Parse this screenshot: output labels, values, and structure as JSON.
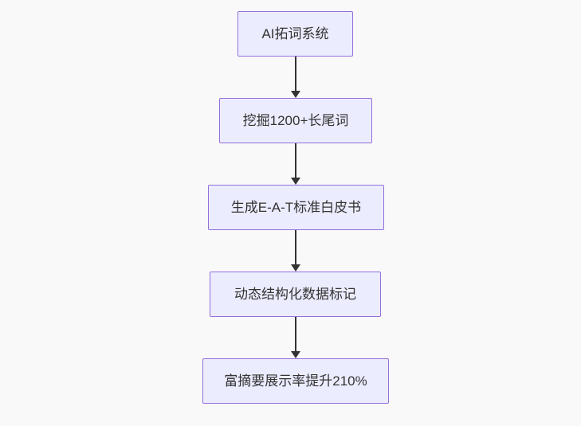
{
  "diagram": {
    "type": "flowchart",
    "direction": "top-down",
    "nodes": [
      {
        "id": "node-0",
        "label": "AI拓词系统"
      },
      {
        "id": "node-1",
        "label": "挖掘1200+长尾词"
      },
      {
        "id": "node-2",
        "label": "生成E-A-T标准白皮书"
      },
      {
        "id": "node-3",
        "label": "动态结构化数据标记"
      },
      {
        "id": "node-4",
        "label": "富摘要展示率提升210%"
      }
    ],
    "edges": [
      {
        "from": "AI拓词系统",
        "to": "挖掘1200+长尾词"
      },
      {
        "from": "挖掘1200+长尾词",
        "to": "生成E-A-T标准白皮书"
      },
      {
        "from": "生成E-A-T标准白皮书",
        "to": "动态结构化数据标记"
      },
      {
        "from": "动态结构化数据标记",
        "to": "富摘要展示率提升210%"
      }
    ],
    "colors": {
      "node_fill": "#ECECFF",
      "node_border": "#9370DB",
      "arrow": "#333333",
      "text": "#333333",
      "background": "#f9f9f9"
    }
  }
}
